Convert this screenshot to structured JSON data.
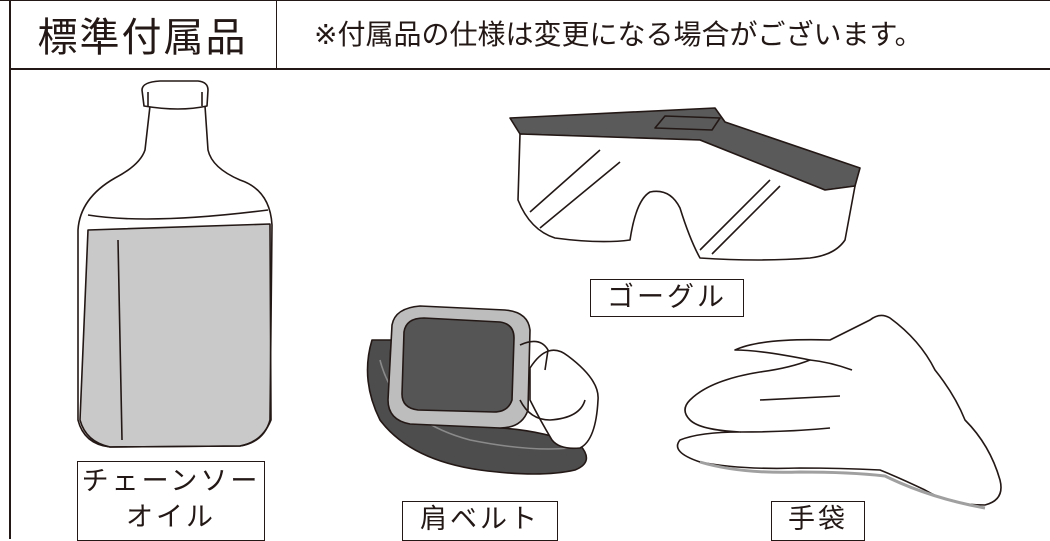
{
  "header": {
    "title": "標準付属品",
    "note": "※付属品の仕様は変更になる場合がございます。"
  },
  "items": [
    {
      "label_line1": "チェーンソー",
      "label_line2": "オイル",
      "icon": "oil-bottle-icon"
    },
    {
      "label": "ゴーグル",
      "icon": "goggles-icon"
    },
    {
      "label": "肩ベルト",
      "icon": "shoulder-belt-icon"
    },
    {
      "label": "手袋",
      "icon": "glove-icon"
    }
  ]
}
